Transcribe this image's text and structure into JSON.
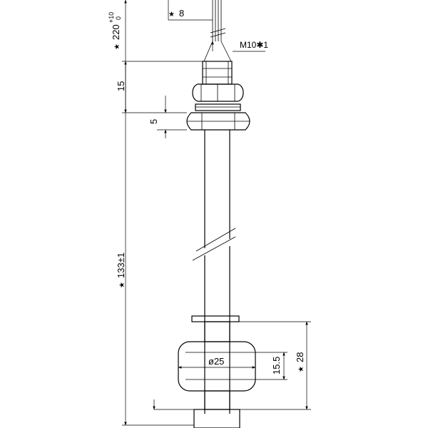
{
  "drawing": {
    "dimensions": {
      "lead_length": {
        "star": "★",
        "value": "220",
        "tol_upper": "+10",
        "tol_lower": "0"
      },
      "lead_stub": {
        "star": "★",
        "value": "8"
      },
      "thread": {
        "value": "M10✱1"
      },
      "nut_height": {
        "value": "15"
      },
      "flange": {
        "value": "5"
      },
      "stem_length": {
        "star": "★",
        "value": "133±1"
      },
      "float_diameter": {
        "value": "ø25"
      },
      "float_height": {
        "value": "15.5"
      },
      "float_travel": {
        "star": "★",
        "value": "28"
      }
    },
    "colors": {
      "line": "#000000",
      "background": "#ffffff"
    }
  }
}
